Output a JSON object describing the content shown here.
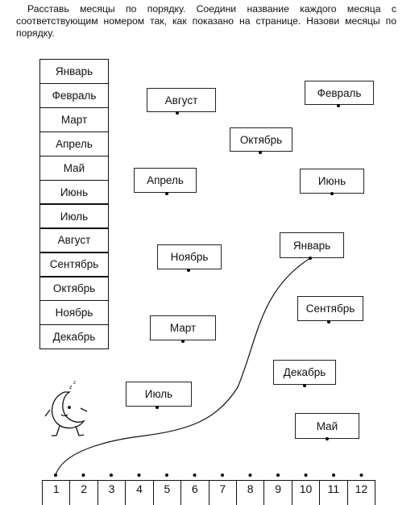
{
  "instructions": {
    "line1": "Расставь месяцы по порядку. Соедини название каждого месяца с соответствующим номером так, как показано на странице. Назови месяцы по порядку."
  },
  "ordered_months": [
    "Январь",
    "Февраль",
    "Март",
    "Апрель",
    "Май",
    "Июнь",
    "Июль",
    "Август",
    "Сентябрь",
    "Октябрь",
    "Ноябрь",
    "Декабрь"
  ],
  "scattered_labels": {
    "avgust": "Август",
    "fevral": "Февраль",
    "oktyabr": "Октябрь",
    "aprel": "Апрель",
    "iyun": "Июнь",
    "yanvar": "Январь",
    "noyabr": "Ноябрь",
    "sentyabr": "Сентябрь",
    "mart": "Март",
    "dekabr": "Декабрь",
    "iyul": "Июль",
    "may": "Май"
  },
  "numbers": [
    "1",
    "2",
    "3",
    "4",
    "5",
    "6",
    "7",
    "8",
    "9",
    "10",
    "11",
    "12"
  ]
}
